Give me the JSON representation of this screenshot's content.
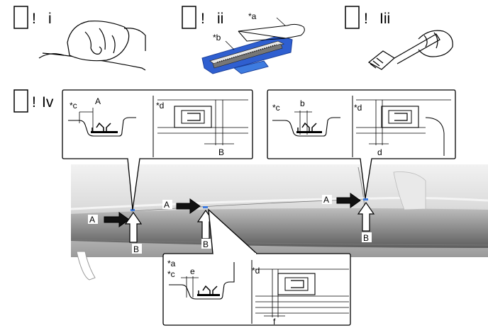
{
  "steps": [
    {
      "mark": "!",
      "label": "i"
    },
    {
      "mark": "!",
      "label": "ii"
    },
    {
      "mark": "!",
      "label": "Iii"
    },
    {
      "mark": "!",
      "label": "Iv"
    }
  ],
  "callouts": {
    "a": "*a",
    "b": "*b",
    "c": "*c",
    "d": "*d"
  },
  "dims": {
    "A": "A",
    "B": "B",
    "b": "b",
    "d": "d",
    "e": "e",
    "f": "f"
  },
  "colors": {
    "tape_blue": "#2f5fd0",
    "tape_dark": "#1b3f9a",
    "marker_blue": "#3d7be0",
    "vehicle_gray": "#d8d8d8"
  }
}
